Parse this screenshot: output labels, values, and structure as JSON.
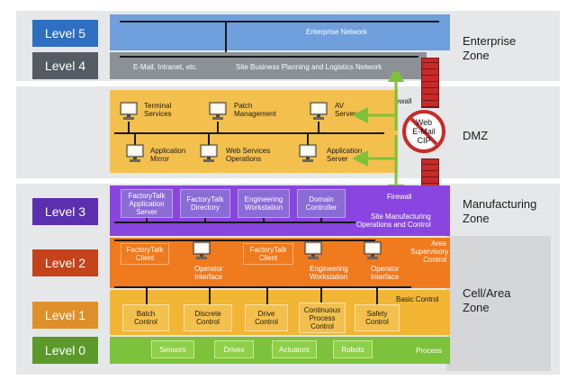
{
  "levels": {
    "l5": "Level 5",
    "l4": "Level 4",
    "l3": "Level 3",
    "l2": "Level 2",
    "l1": "Level 1",
    "l0": "Level 0"
  },
  "zones": {
    "enterprise_1": "Enterprise",
    "enterprise_2": "Zone",
    "dmz": "DMZ",
    "manufacturing_1": "Manufacturing",
    "manufacturing_2": "Zone",
    "cellarea_1": "Cell/Area",
    "cellarea_2": "Zone"
  },
  "enterprise": {
    "network": "Enterprise Network",
    "email": "E-Mail, Intranet, etc.",
    "site_planning": "Site Business Planning and Logistics Network"
  },
  "firewall": {
    "top": "Firewall",
    "bottom": "Firewall",
    "blocked_1": "Web",
    "blocked_2": "E-Mail",
    "blocked_3": "CIP"
  },
  "dmz": {
    "terminal_1": "Terminal",
    "terminal_2": "Services",
    "patch_1": "Patch",
    "patch_2": "Management",
    "av_1": "AV",
    "av_2": "Server",
    "appmirror_1": "Application",
    "appmirror_2": "Mirror",
    "webservices_1": "Web Services",
    "webservices_2": "Operations",
    "appserver_1": "Application",
    "appserver_2": "Server"
  },
  "manufacturing": {
    "boxes": [
      "FactoryTalk\nApplication\nServer",
      "FactoryTalk\nDirectory",
      "Engineering\nWorkstation",
      "Domain\nController"
    ],
    "site_ops_1": "Site Manufacturing",
    "site_ops_2": "Operations and Control"
  },
  "area": {
    "supervisory_1": "Area",
    "supervisory_2": "Supervisory",
    "supervisory_3": "Control",
    "ft_client_a": "FactoryTalk\nClient",
    "ft_client_b": "FactoryTalk\nClient",
    "op_interface_a_1": "Operator",
    "op_interface_a_2": "Interface",
    "eng_ws_1": "Engineering",
    "eng_ws_2": "Workstation",
    "op_interface_b_1": "Operator",
    "op_interface_b_2": "Interface"
  },
  "basic": {
    "label": "Basic Control",
    "boxes": [
      "Batch\nControl",
      "Discrete\nControl",
      "Drive\nControl",
      "Continuous\nProcess\nControl",
      "Safety\nControl"
    ]
  },
  "process": {
    "label": "Process",
    "boxes": [
      "Sensors",
      "Drives",
      "Actuators",
      "Robots"
    ]
  },
  "colors": {
    "level5": "#2f6fc2",
    "level4": "#555a63",
    "level3": "#5a2fb0",
    "level2": "#c4431a",
    "level1": "#e0902a",
    "level0": "#5b9a2a",
    "enterprise_band": "#6f9fdc",
    "site_band": "#8c9097",
    "dmz_band": "#f3c04e",
    "manufacturing_band": "#8a45e0",
    "area_band": "#f07a1e",
    "basic_band": "#f3b534",
    "process_band": "#7cc23a",
    "firewall": "#c62a2a",
    "arrow": "#7ec23c"
  }
}
